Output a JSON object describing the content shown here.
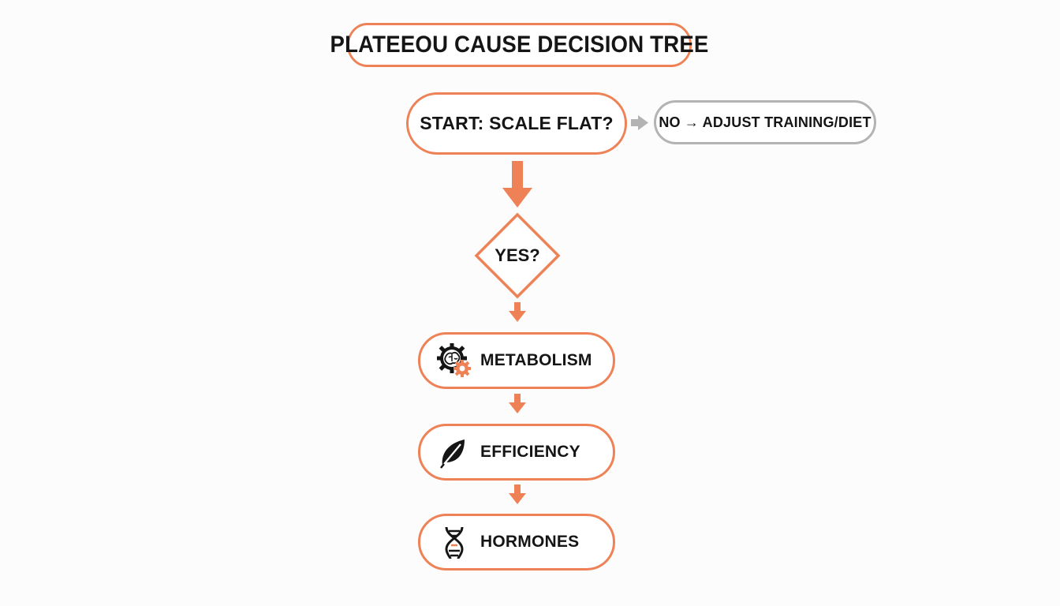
{
  "title": "PLATEEOU CAUSE DECISION TREE",
  "start_node": "START: SCALE FLAT?",
  "no_branch": "NO → ADJUST TRAINING/DIET",
  "decision_node": "YES?",
  "steps": [
    {
      "label": "METABOLISM",
      "icon": "brain-gear-icon"
    },
    {
      "label": "EFFICIENCY",
      "icon": "leaf-icon"
    },
    {
      "label": "HORMONES",
      "icon": "dna-icon"
    }
  ],
  "colors": {
    "accent": "#ef8156",
    "neutral_border": "#b3b3b3",
    "text": "#151515",
    "background": "#fbfcfb"
  }
}
